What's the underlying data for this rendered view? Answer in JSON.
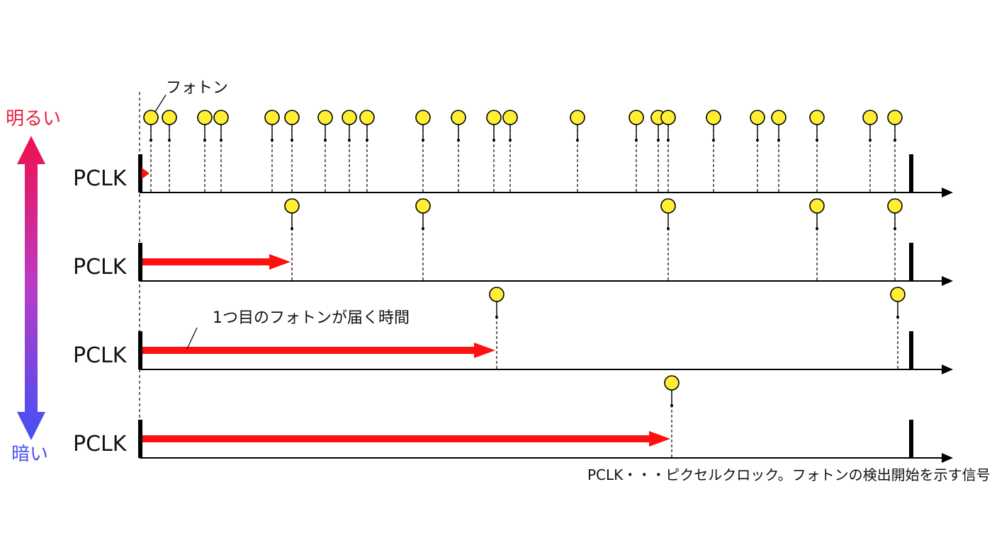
{
  "diagram": {
    "scale_top_label": "明るい",
    "scale_bottom_label": "暗い",
    "photon_label": "フォトン",
    "first_photon_caption": "1つ目のフォトンが届く時間",
    "footnote": "PCLK・・・ピクセルクロック。フォトンの検出開始を示す信号",
    "colors": {
      "bright": "#e8203a",
      "dark": "#4a52f0",
      "photon_fill": "#ffee33",
      "arrow": "#ff1010",
      "axis": "#000000"
    },
    "icons": {
      "photon": "photon-circle-icon",
      "clock_pulse": "pclk-pulse-icon"
    },
    "rows": [
      {
        "label": "PCLK",
        "photons": [
          213,
          239,
          289,
          312,
          384,
          412,
          459,
          493,
          518,
          597,
          647,
          697,
          720,
          815,
          898,
          929,
          943,
          1007,
          1069,
          1099,
          1153,
          1228,
          1263
        ],
        "first_photon": 213
      },
      {
        "label": "PCLK",
        "photons": [
          412,
          597,
          943,
          1153,
          1263
        ],
        "first_photon": 412
      },
      {
        "label": "PCLK",
        "photons": [
          701,
          1267
        ],
        "first_photon": 701
      },
      {
        "label": "PCLK",
        "photons": [
          948
        ],
        "first_photon": 948
      }
    ]
  }
}
